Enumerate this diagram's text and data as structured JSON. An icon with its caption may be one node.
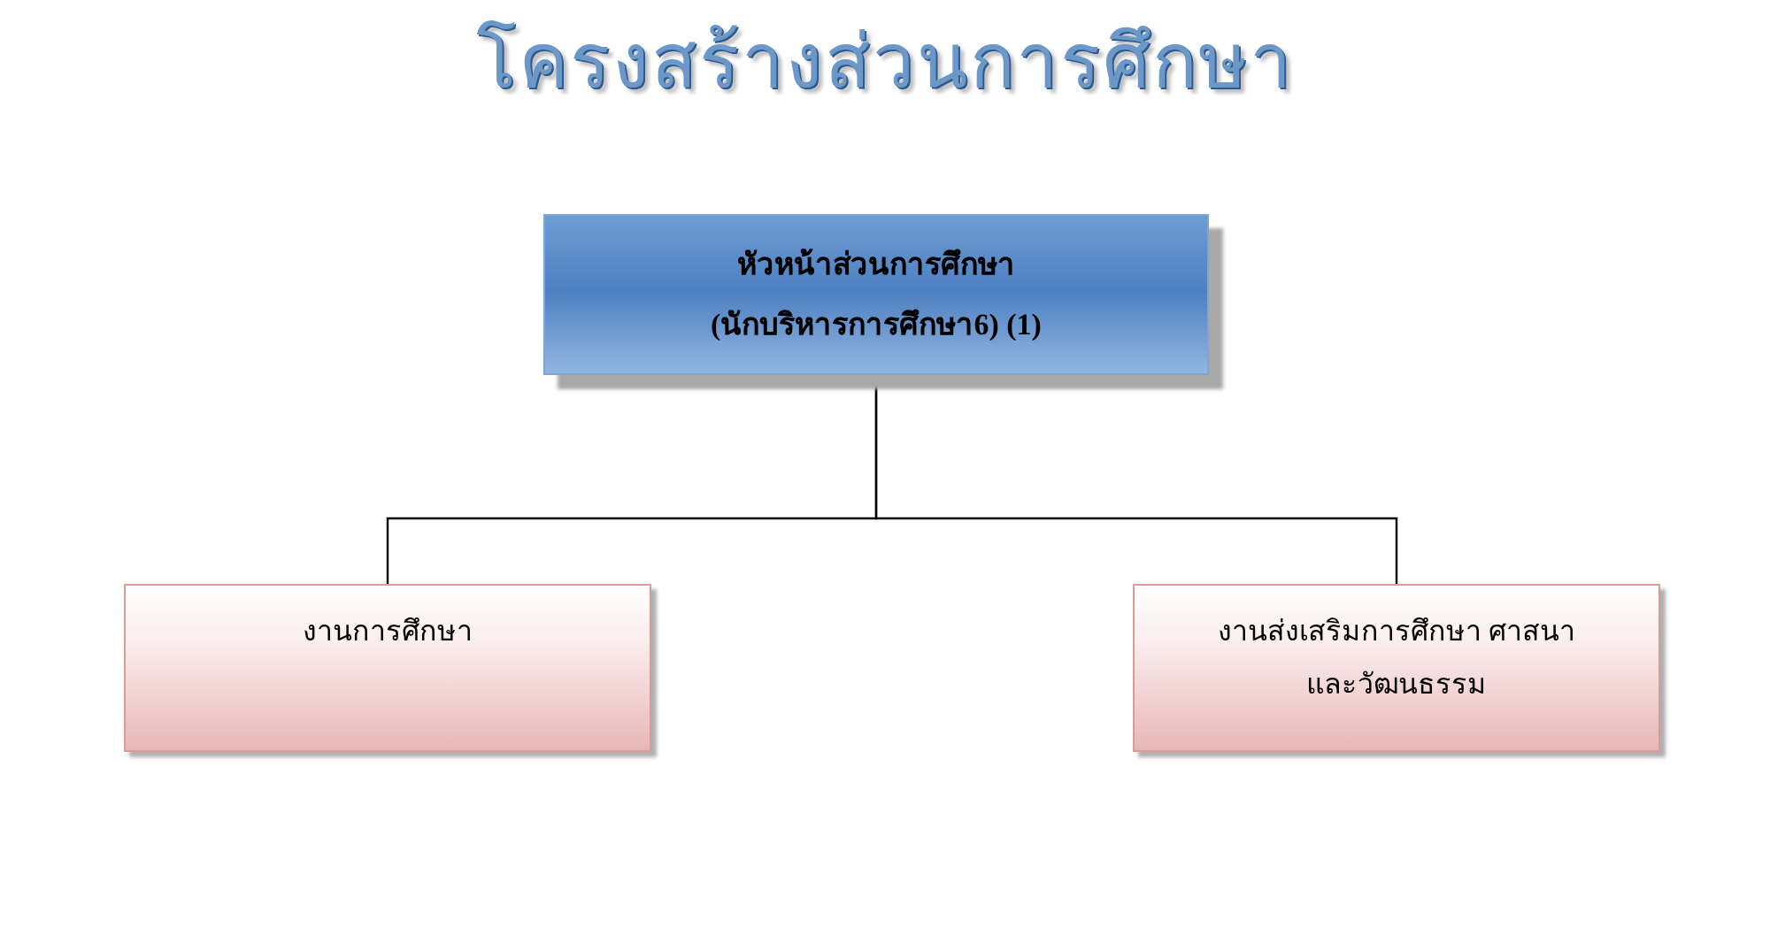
{
  "diagram": {
    "title": "โครงสร้างส่วนการศึกษา",
    "nodes": [
      {
        "text": [
          "หัวหน้าส่วนการศึกษา",
          "(นักบริหารการศึกษา6) (1)"
        ]
      },
      {
        "text": [
          "งานการศึกษา"
        ]
      },
      {
        "text": [
          "งานส่งเสริมการศึกษา ศาสนา และวัฒนธรรม"
        ]
      }
    ],
    "edges": [
      {
        "from": 0,
        "to": 1,
        "arrow": "none"
      },
      {
        "from": 0,
        "to": 2,
        "arrow": "none"
      }
    ]
  }
}
